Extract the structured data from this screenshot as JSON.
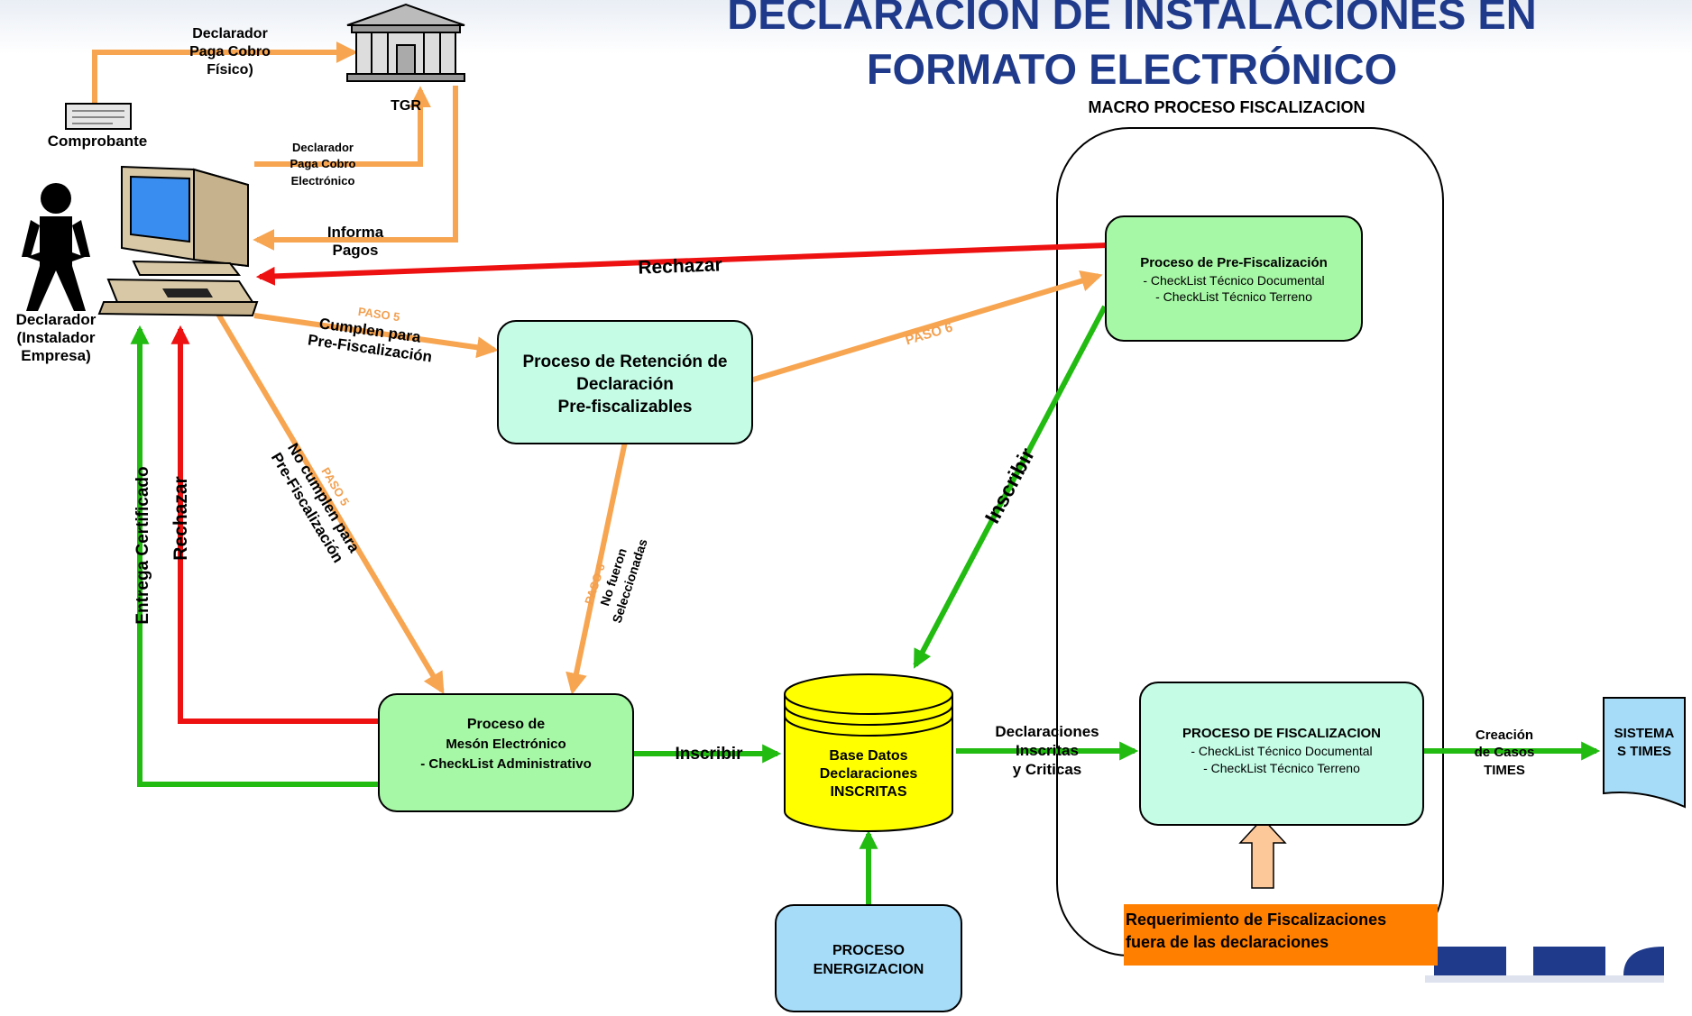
{
  "title": {
    "line1": "DECLARACION DE INSTALACIONES EN",
    "line2": "FORMATO ELECTRÓNICO"
  },
  "macro_label": "MACRO PROCESO FISCALIZACION",
  "actors": {
    "declarador": [
      "Declarador",
      "(Instalador",
      "Empresa)"
    ],
    "tgr": "TGR",
    "comprobante": "Comprobante"
  },
  "flow_labels": {
    "paga_fisico": [
      "Declarador",
      "Paga Cobro",
      "Físico)"
    ],
    "paga_electronico": [
      "Declarador",
      "Paga Cobro",
      "Electrónico"
    ],
    "informa_pagos": [
      "Informa",
      "Pagos"
    ],
    "rechazar_top": "Rechazar",
    "rechazar_left": "Rechazar",
    "entrega_certificado": "Entrega Certificado",
    "paso5_top": "PASO 5",
    "cumplen": [
      "Cumplen para",
      "Pre-Fiscalización"
    ],
    "paso5_diag": "PASO 5",
    "no_cumplen": [
      "No cumplen para",
      "Pre-Fiscalización"
    ],
    "paso6_top": "PASO 6",
    "paso6_down": "PASO 6",
    "no_fueron": [
      "No fueron",
      "Seleccionadas"
    ],
    "inscribir_diag": "Inscribir",
    "inscribir_h": "Inscribir",
    "declaraciones": [
      "Declaraciones",
      "Inscritas",
      "y Criticas"
    ],
    "creacion": [
      "Creación",
      "de Casos",
      "TIMES"
    ]
  },
  "nodes": {
    "retencion": [
      "Proceso de Retención de",
      "Declaración",
      "Pre-fiscalizables"
    ],
    "prefisc": [
      "Proceso de Pre-Fiscalización",
      "- CheckList Técnico Documental",
      "- CheckList Técnico Terreno"
    ],
    "meson": [
      "Proceso de",
      "Mesón Electrónico",
      "- CheckList Administrativo"
    ],
    "basedatos": [
      "Base Datos",
      "Declaraciones",
      "INSCRITAS"
    ],
    "fiscalizacion": [
      "PROCESO DE FISCALIZACION",
      "- CheckList Técnico Documental",
      "- CheckList Técnico Terreno"
    ],
    "sistema": [
      "SISTEMA",
      "S TIMES"
    ],
    "energizacion": [
      "PROCESO",
      "ENERGIZACION"
    ],
    "requerimiento": [
      "Requerimiento de Fiscalizaciones",
      "fuera de las declaraciones"
    ]
  },
  "colors": {
    "orange_flow": "#f7a550",
    "red_flow": "#ee1111",
    "green_flow": "#22bb11",
    "title_blue": "#1f3a8a",
    "light_green": "#a6f7a6",
    "mint": "#c4fce6",
    "yellow": "#ffff00",
    "light_blue": "#a6dcf8",
    "orange_box": "#ff7f00"
  }
}
